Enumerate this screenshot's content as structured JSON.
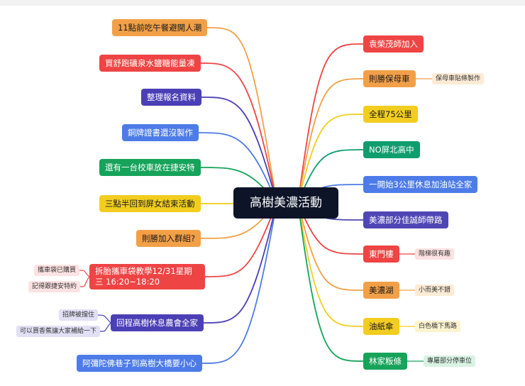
{
  "title": "高樹美濃活動",
  "colors": {
    "orange": "#f2a048",
    "red": "#ef4444",
    "purple": "#4b3fb5",
    "blue": "#4d7be8",
    "green": "#16a35a",
    "yellow": "#f2cd1f",
    "teal": "#0f9d6e",
    "violet": "#4f46b5"
  },
  "left": [
    {
      "label": "11點前吃午餐避開人潮",
      "color": "#f2a048",
      "text": "#1a1a1a"
    },
    {
      "label": "買舒跑礦泉水鹽糖能量凍",
      "color": "#ef4444",
      "text": "#ffffff"
    },
    {
      "label": "整理報名資料",
      "color": "#4b3fb5",
      "text": "#ffffff"
    },
    {
      "label": "銅牌證書還沒製作",
      "color": "#4d7be8",
      "text": "#ffffff"
    },
    {
      "label": "還有一台校車放在捷安特",
      "color": "#16a35a",
      "text": "#ffffff"
    },
    {
      "label": "三點半回到屏女結束活動",
      "color": "#f2cd1f",
      "text": "#1a1a1a"
    },
    {
      "label": "則勝加入群組?",
      "color": "#f2a048",
      "text": "#1a1a1a"
    },
    {
      "label": "拆胎攜車袋教學12/31星期三 16:20~18:20",
      "color": "#ef4444",
      "text": "#ffffff",
      "subs": [
        "攜車袋已購買",
        "記得跟捷安特約"
      ]
    },
    {
      "label": "回程高樹休息農會全家",
      "color": "#4b3fb5",
      "text": "#ffffff",
      "subs": [
        "招牌被擋住",
        "可以買香蕉讓大家補給一下"
      ]
    },
    {
      "label": "阿彌陀佛巷子到高樹大橋要小心",
      "color": "#4d7be8",
      "text": "#ffffff"
    }
  ],
  "right": [
    {
      "label": "袁榮茂師加入",
      "color": "#ef4444",
      "text": "#ffffff"
    },
    {
      "label": "則勝保母車",
      "color": "#f2a048",
      "text": "#1a1a1a",
      "subs": [
        "保母車貼條製作"
      ]
    },
    {
      "label": "全程75公里",
      "color": "#f2cd1f",
      "text": "#1a1a1a"
    },
    {
      "label": "NO屏北高中",
      "color": "#0f9d6e",
      "text": "#ffffff"
    },
    {
      "label": "一開始3公里休息加油站全家",
      "color": "#4d7be8",
      "text": "#ffffff"
    },
    {
      "label": "美濃部分佳誠師帶路",
      "color": "#4f46b5",
      "text": "#ffffff"
    },
    {
      "label": "東門樓",
      "color": "#ef4444",
      "text": "#ffffff",
      "subs": [
        "階梯很有趣"
      ]
    },
    {
      "label": "美濃湖",
      "color": "#f2a048",
      "text": "#1a1a1a",
      "subs": [
        "小而美不錯"
      ]
    },
    {
      "label": "油紙傘",
      "color": "#f2cd1f",
      "text": "#1a1a1a",
      "subs": [
        "白色橋下馬路"
      ]
    },
    {
      "label": "林家粄條",
      "color": "#16a35a",
      "text": "#ffffff",
      "subs": [
        "專屬部分停車位"
      ]
    }
  ]
}
